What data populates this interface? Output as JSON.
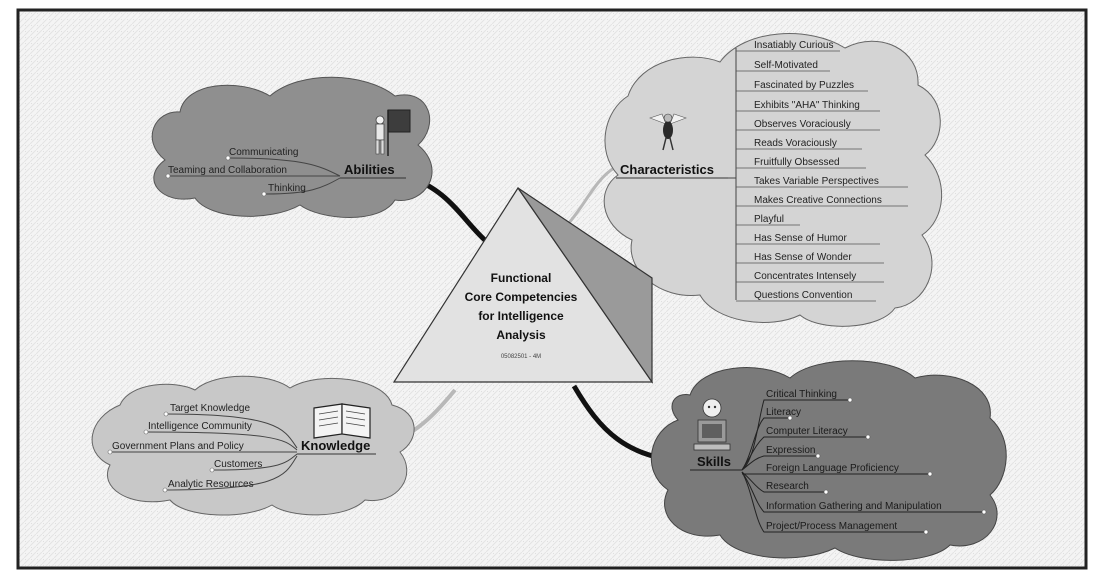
{
  "diagram": {
    "center": {
      "title_lines": [
        "Functional",
        "Core Competencies",
        "for Intelligence",
        "Analysis"
      ],
      "caption": "05082501 - 4M"
    },
    "abilities": {
      "label": "Abilities",
      "items": [
        "Communicating",
        "Teaming and Collaboration",
        "Thinking"
      ]
    },
    "characteristics": {
      "label": "Characteristics",
      "items": [
        "Insatiably Curious",
        "Self-Motivated",
        "Fascinated by Puzzles",
        "Exhibits \"AHA\" Thinking",
        "Observes Voraciously",
        "Reads Voraciously",
        "Fruitfully Obsessed",
        "Takes Variable Perspectives",
        "Makes Creative Connections",
        "Playful",
        "Has Sense of Humor",
        "Has Sense of Wonder",
        "Concentrates Intensely",
        "Questions Convention"
      ]
    },
    "knowledge": {
      "label": "Knowledge",
      "items": [
        "Target Knowledge",
        "Intelligence Community",
        "Government Plans and Policy",
        "Customers",
        "Analytic Resources"
      ]
    },
    "skills": {
      "label": "Skills",
      "items": [
        "Critical Thinking",
        "Literacy",
        "Computer Literacy",
        "Expression",
        "Foreign Language Proficiency",
        "Research",
        "Information Gathering and Manipulation",
        "Project/Process Management"
      ]
    },
    "colors": {
      "abilities_cloud": "#8f8f8f",
      "characteristics_cloud": "#d4d4d4",
      "knowledge_cloud": "#c8c8c8",
      "skills_cloud": "#7a7a7a",
      "pyramid_front": "#e2e2e2",
      "pyramid_side": "#9a9a9a",
      "frame": "#222222"
    },
    "icons": [
      "flag-figure-icon",
      "flying-figure-icon",
      "open-book-icon",
      "person-at-computer-icon"
    ]
  }
}
